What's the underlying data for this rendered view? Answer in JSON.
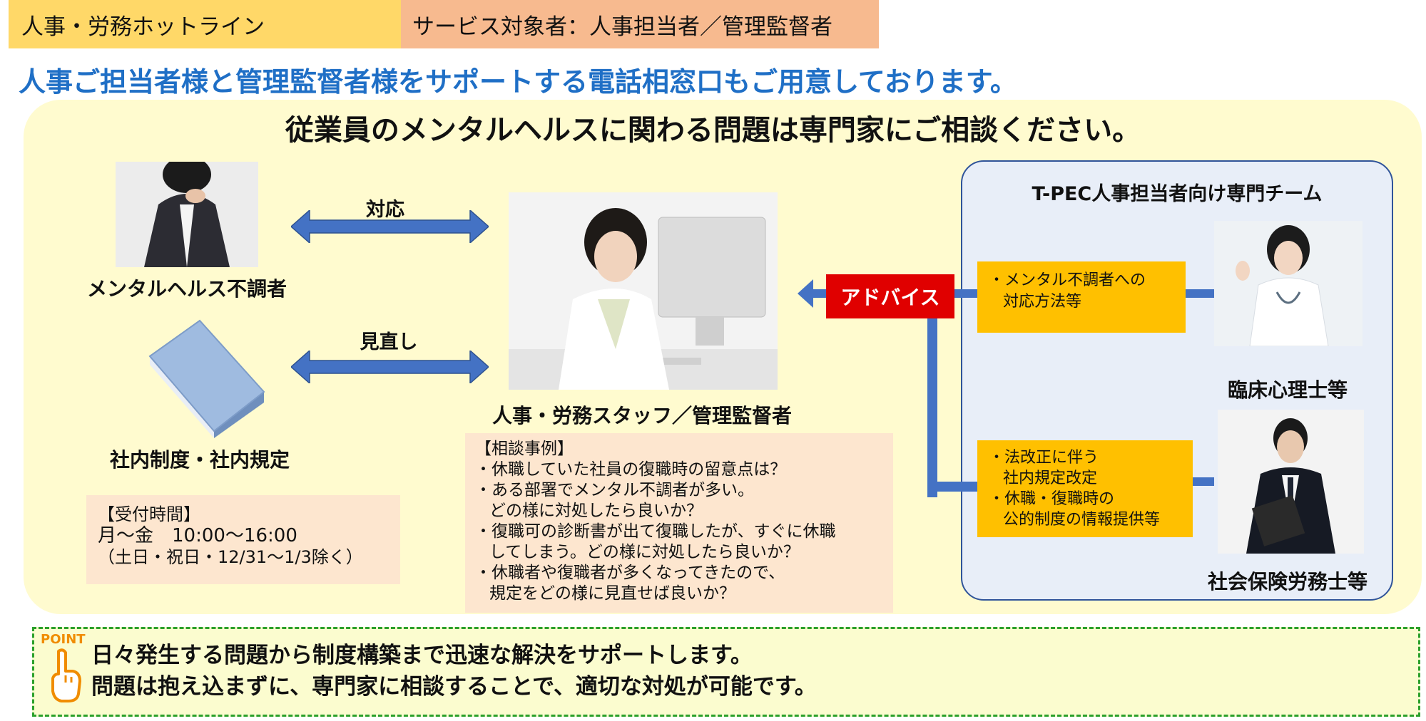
{
  "header": {
    "hotline_tag": "人事・労務ホットライン",
    "service_tag": "サービス対象者：人事担当者／管理監督者"
  },
  "lead": "人事ご担当者様と管理監督者様をサポートする電話相窓口もご用意しております。",
  "panel_title": "従業員のメンタルヘルスに関わる問題は専門家にご相談ください。",
  "left": {
    "person_caption": "メンタルヘルス不調者",
    "rules_caption": "社内制度・社内規定",
    "arrow_top_label": "対応",
    "arrow_bottom_label": "見直し"
  },
  "center": {
    "staff_caption": "人事・労務スタッフ／管理監督者"
  },
  "hours": {
    "title": "【受付時間】",
    "line1": "月～金　10:00～16:00",
    "line2": "（土日・祝日・12/31～1/3除く）"
  },
  "cases": {
    "title": "【相談事例】",
    "lines": [
      "・休職していた社員の復職時の留意点は？",
      "・ある部署でメンタル不調者が多い。",
      "どの様に対処したら良いか？",
      "・復職可の診断書が出て復職したが、すぐに休職",
      "してしまう。どの様に対処したら良いか？",
      "・休職者や復職者が多くなってきたので、",
      "規定をどの様に見直せば良いか？"
    ]
  },
  "team": {
    "title": "T-PEC人事担当者向け専門チーム",
    "advice_label": "アドバイス",
    "box1": [
      "・メンタル不調者への",
      "対応方法等"
    ],
    "box2": [
      "・法改正に伴う",
      "社内規定改定",
      "・休職・復職時の",
      "公的制度の情報提供等"
    ],
    "psych_caption": "臨床心理士等",
    "lawyer_caption": "社会保険労務士等"
  },
  "point": {
    "badge": "POINT",
    "line1": "日々発生する問題から制度構築まで迅速な解決をサポートします。",
    "line2": "問題は抱え込まずに、専門家に相談することで、適切な対処が可能です。"
  },
  "colors": {
    "accent_blue": "#1f6fc6",
    "arrow_blue": "#4472c4",
    "advice_red": "#e00000",
    "box_yellow": "#ffc000",
    "panel_yellow": "#fffbcf",
    "point_green": "#2ba02b"
  }
}
